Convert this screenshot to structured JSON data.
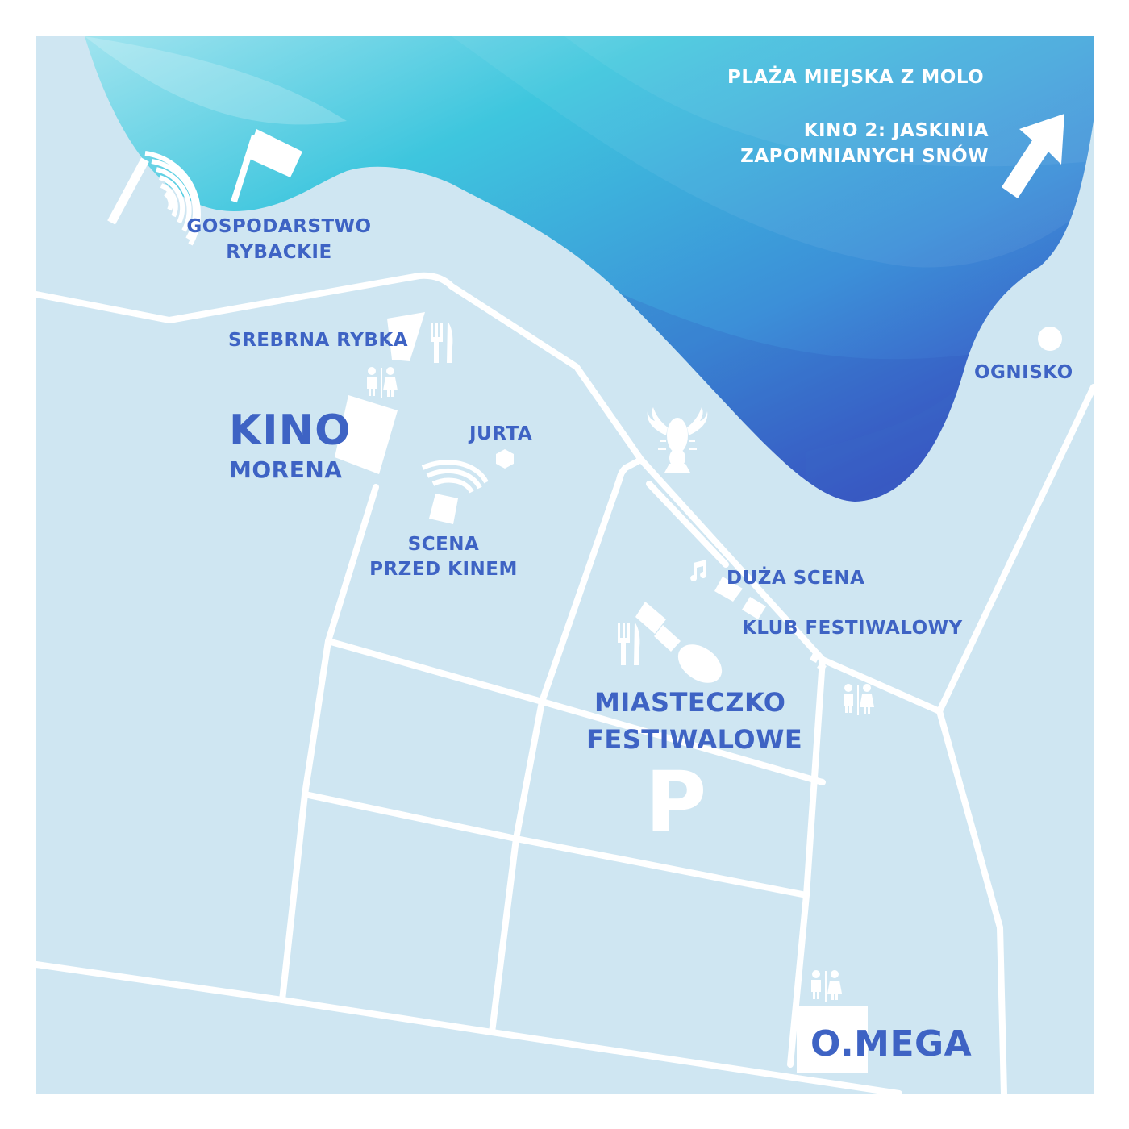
{
  "colors": {
    "land": "#cfe6f2",
    "road": "#ffffff",
    "label": "#3e63c4",
    "label_on_water": "#ffffff",
    "water_light": "#9ee3ef",
    "water_mid": "#3ec3de",
    "water_dark": "#3853c2"
  },
  "labels": {
    "plaza": "PLAŻA MIEJSKA Z MOLO",
    "kino2_line1": "KINO 2: JASKINIA",
    "kino2_line2": "ZAPOMNIANYCH SNÓW",
    "gospodarstwo_line1": "GOSPODARSTWO",
    "gospodarstwo_line2": "RYBACKIE",
    "srebrna": "SREBRNA RYBKA",
    "ognisko": "OGNISKO",
    "kino_morena_line1": "KINO",
    "kino_morena_line2": "MORENA",
    "jurta": "JURTA",
    "scena_line1": "SCENA",
    "scena_line2": "PRZED KINEM",
    "duza_scena": "DUŻA SCENA",
    "klub": "KLUB FESTIWALOWY",
    "miasteczko_line1": "MIASTECZKO",
    "miasteczko_line2": "FESTIWALOWE",
    "parking": "P",
    "omega": "O.MEGA"
  },
  "icons": [
    "direction-arrow-icon",
    "flag-icon",
    "signal-waves-icon",
    "restaurant-icon",
    "toilet-icon",
    "lobster-icon",
    "music-note-icon",
    "campfire-icon",
    "yurt-icon"
  ]
}
